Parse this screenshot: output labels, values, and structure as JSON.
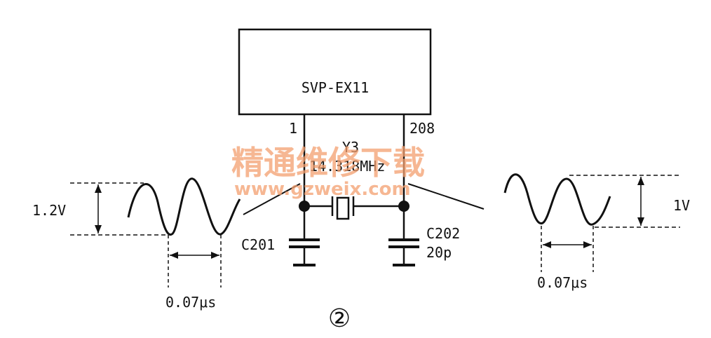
{
  "chip": {
    "label": "SVP-EX11"
  },
  "pins": {
    "left": "1",
    "right": "208"
  },
  "crystal": {
    "ref": "Y3",
    "value": "14.318MHz"
  },
  "capacitors": {
    "left": {
      "ref": "C201"
    },
    "right": {
      "ref": "C202",
      "value": "20p"
    }
  },
  "waveform_left": {
    "amplitude": "1.2V",
    "period": "0.07μs"
  },
  "waveform_right": {
    "amplitude": "1V",
    "period": "0.07μs"
  },
  "watermark": {
    "line1": "精通维修下载",
    "line2": "www.gzweix.com"
  },
  "figure_number": "②",
  "colors": {
    "ink": "#111111",
    "watermark": "#f4a070",
    "background": "#ffffff"
  }
}
